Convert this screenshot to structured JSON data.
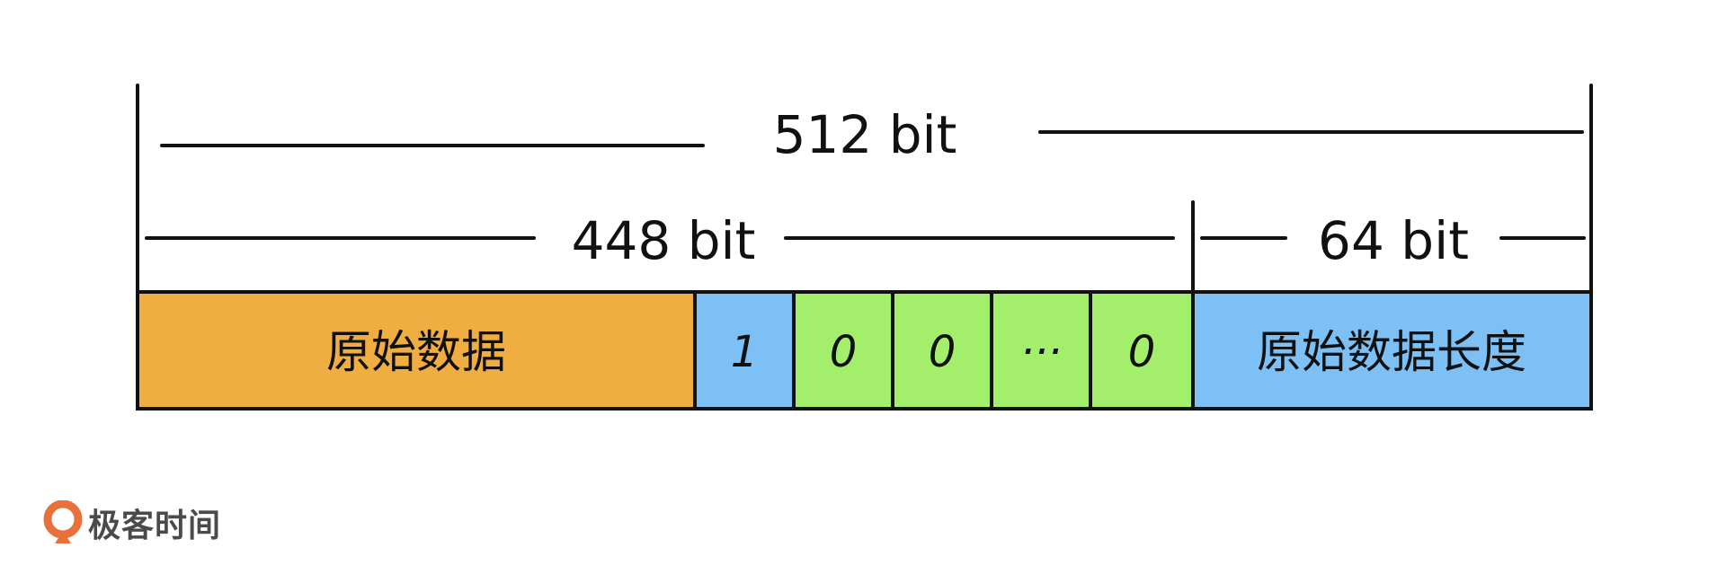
{
  "dimensions": {
    "total": "512 bit",
    "data_part": "448 bit",
    "length_part": "64 bit"
  },
  "cells": {
    "original_data": "原始数据",
    "pad_one": "1",
    "pad_zero_1": "0",
    "pad_zero_2": "0",
    "pad_ellipsis": "···",
    "pad_zero_last": "0",
    "original_length": "原始数据长度"
  },
  "colors": {
    "original_data": "#F0AE42",
    "pad_one": "#7DC0F5",
    "pad_zero": "#A3EE6A",
    "original_length": "#7DC0F5",
    "logo": "#E8713B"
  },
  "logo": {
    "brand": "极客时间",
    "icon": "geektime-logo-icon"
  }
}
